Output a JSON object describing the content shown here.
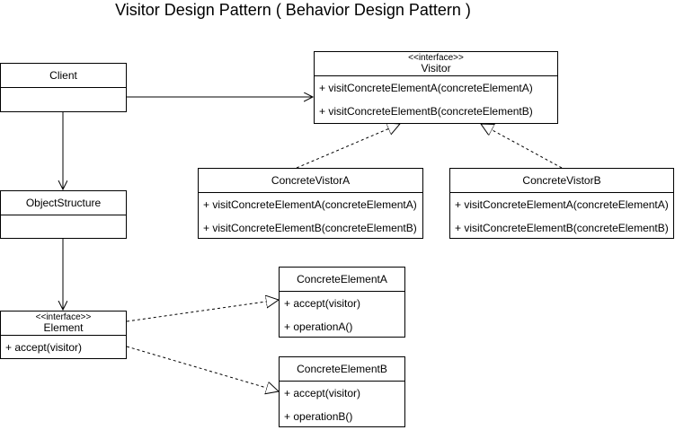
{
  "title": "Visitor Design Pattern ( Behavior Design Pattern )",
  "classes": {
    "client": {
      "name": "Client",
      "operations": []
    },
    "visitor": {
      "stereotype": "<<interface>>",
      "name": "Visitor",
      "operations": [
        "+ visitConcreteElementA(concreteElementA)",
        "+ visitConcreteElementB(concreteElementB)"
      ]
    },
    "concrete_visitor_a": {
      "name": "ConcreteVistorA",
      "operations": [
        "+ visitConcreteElementA(concreteElementA)",
        "+ visitConcreteElementB(concreteElementB)"
      ]
    },
    "concrete_visitor_b": {
      "name": "ConcreteVistorB",
      "operations": [
        "+ visitConcreteElementA(concreteElementA)",
        "+ visitConcreteElementB(concreteElementB)"
      ]
    },
    "object_structure": {
      "name": "ObjectStructure",
      "operations": []
    },
    "element": {
      "stereotype": "<<interface>>",
      "name": "Element",
      "operations": [
        "+ accept(visitor)"
      ]
    },
    "concrete_element_a": {
      "name": "ConcreteElementA",
      "operations": [
        "+ accept(visitor)",
        "+ operationA()"
      ]
    },
    "concrete_element_b": {
      "name": "ConcreteElementB",
      "operations": [
        "+ accept(visitor)",
        "+ operationB()"
      ]
    }
  },
  "relations": [
    {
      "from": "client",
      "to": "visitor",
      "type": "association"
    },
    {
      "from": "client",
      "to": "object_structure",
      "type": "association"
    },
    {
      "from": "object_structure",
      "to": "element",
      "type": "association"
    },
    {
      "from": "concrete_visitor_a",
      "to": "visitor",
      "type": "realization"
    },
    {
      "from": "concrete_visitor_b",
      "to": "visitor",
      "type": "realization"
    },
    {
      "from": "element",
      "to": "concrete_element_a",
      "type": "dependency"
    },
    {
      "from": "element",
      "to": "concrete_element_b",
      "type": "dependency"
    }
  ]
}
